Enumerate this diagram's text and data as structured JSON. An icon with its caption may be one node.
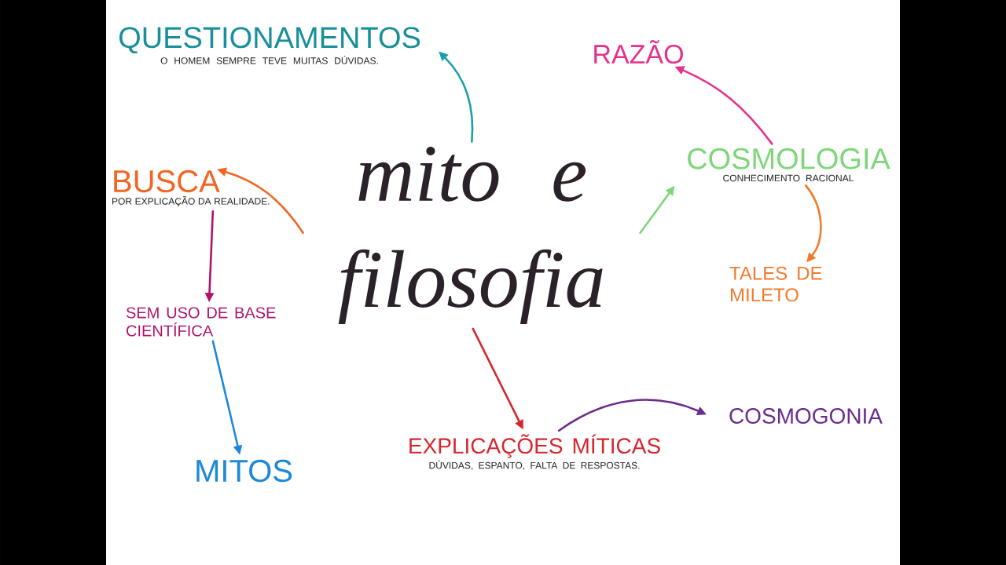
{
  "diagram": {
    "nodes": [
      {
        "text": [
          "mito e filosofia"
        ]
      },
      {
        "text": [
          "QUESTIONAMENTOS",
          "O HOMEM SEMPRE TEVE MUITAS DÚVIDAS."
        ]
      },
      {
        "text": [
          "BUSCA",
          "POR EXPLICAÇÃO DA REALIDADE."
        ]
      },
      {
        "text": [
          "SEM USO DE BASE CIENTÍFICA"
        ]
      },
      {
        "text": [
          "MITOS"
        ]
      },
      {
        "text": [
          "EXPLICAÇÕES MÍTICAS",
          "DÚVIDAS, ESPANTO, FALTA DE RESPOSTAS."
        ]
      },
      {
        "text": [
          "COSMOGONIA"
        ]
      },
      {
        "text": [
          "COSMOLOGIA",
          "CONHECIMENTO RACIONAL"
        ]
      },
      {
        "text": [
          "RAZÃO"
        ]
      },
      {
        "text": [
          "TALES DE MILETO"
        ]
      }
    ],
    "edges": [
      {
        "from": 0,
        "to": 1,
        "arrow": "to",
        "color": "#1aa0a8"
      },
      {
        "from": 0,
        "to": 2,
        "arrow": "to",
        "color": "#f26522"
      },
      {
        "from": 2,
        "to": 3,
        "arrow": "to",
        "color": "#b0126a"
      },
      {
        "from": 3,
        "to": 4,
        "arrow": "to",
        "color": "#1e88d8"
      },
      {
        "from": 0,
        "to": 5,
        "arrow": "to",
        "color": "#d7262e"
      },
      {
        "from": 5,
        "to": 6,
        "arrow": "to",
        "color": "#6a2c8c"
      },
      {
        "from": 0,
        "to": 7,
        "arrow": "to",
        "color": "#7fd67a"
      },
      {
        "from": 7,
        "to": 8,
        "arrow": "to",
        "color": "#e6318a"
      },
      {
        "from": 7,
        "to": 9,
        "arrow": "to",
        "color": "#f07b2c"
      }
    ]
  }
}
